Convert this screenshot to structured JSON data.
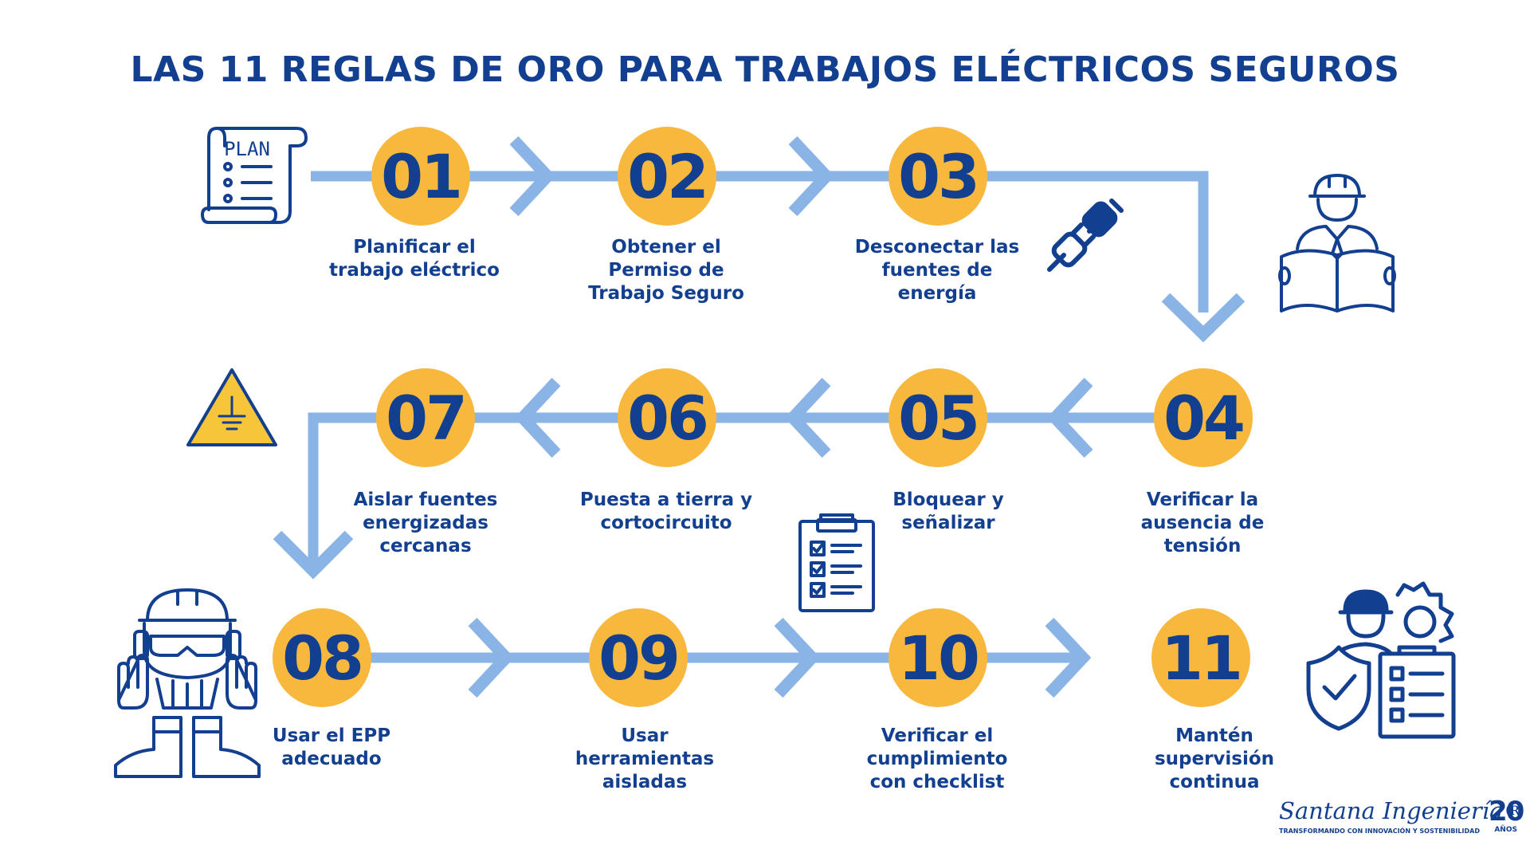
{
  "title": "LAS 11 REGLAS DE ORO PARA TRABAJOS ELÉCTRICOS SEGUROS",
  "colors": {
    "circle": "#f7b83d",
    "text": "#123f8f",
    "arrow": "#8ab4e6",
    "warning": "#f7c53a"
  },
  "icons": {
    "plan": "PLAN"
  },
  "steps": [
    {
      "num": "01",
      "label": [
        "Planificar el",
        "trabajo eléctrico"
      ]
    },
    {
      "num": "02",
      "label": [
        "Obtener el",
        "Permiso de",
        "Trabajo Seguro"
      ]
    },
    {
      "num": "03",
      "label": [
        "Desconectar las",
        "fuentes de",
        "energía"
      ]
    },
    {
      "num": "04",
      "label": [
        "Verificar la",
        "ausencia de",
        "tensión"
      ]
    },
    {
      "num": "05",
      "label": [
        "Bloquear y",
        "señalizar"
      ]
    },
    {
      "num": "06",
      "label": [
        "Puesta a tierra y",
        "cortocircuito"
      ]
    },
    {
      "num": "07",
      "label": [
        "Aislar fuentes",
        "energizadas",
        "cercanas"
      ]
    },
    {
      "num": "08",
      "label": [
        "Usar el EPP",
        "adecuado"
      ]
    },
    {
      "num": "09",
      "label": [
        "Usar",
        "herramientas",
        "aisladas"
      ]
    },
    {
      "num": "10",
      "label": [
        "Verificar el",
        "cumplimiento",
        "con checklist"
      ]
    },
    {
      "num": "11",
      "label": [
        "Mantén",
        "supervisión",
        "continua"
      ]
    }
  ],
  "brand": {
    "name": "Santana Ingeniería®",
    "tagline": "TRANSFORMANDO CON INNOVACIÓN Y SOSTENIBILIDAD",
    "years": "20",
    "years_label": "AÑOS"
  }
}
